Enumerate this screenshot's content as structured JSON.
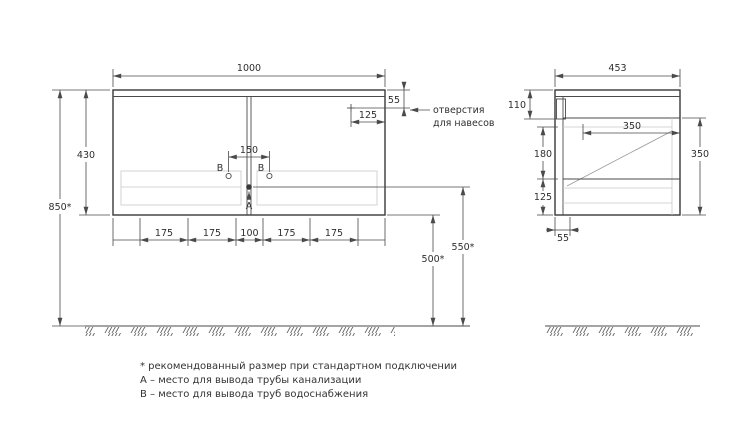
{
  "drawing": {
    "front_view": {
      "dim_width": "1000",
      "dim_height": "430",
      "dim_overall_height": "850*",
      "dim_hanger_offset_top": "55",
      "dim_hanger_offset_side": "125",
      "dim_supply_spacing": "150",
      "marker_b_left": "B",
      "marker_b_right": "B",
      "marker_a": "A",
      "dim_bottom_segments": [
        "175",
        "175",
        "100",
        "175",
        "175"
      ],
      "dim_drain_height": "500*",
      "dim_supply_height": "550*",
      "hanger_note_line1": "отверстия",
      "hanger_note_line2": "для навесов"
    },
    "side_view": {
      "dim_depth": "453",
      "dim_hanger_top": "110",
      "dim_inner_depth": "350",
      "dim_back_height": "350",
      "dim_mid_height": "180",
      "dim_lower_height": "125",
      "dim_front_offset": "55"
    },
    "notes": {
      "line1": "* рекомендованный размер при стандартном подключении",
      "line2": "А – место для вывода трубы канализации",
      "line3": "B – место для вывода труб водоснабжения"
    },
    "colors": {
      "outline": "#383838",
      "dimension": "#4a4a4a",
      "hidden_line": "#c9c9c9",
      "background": "#ffffff"
    }
  }
}
